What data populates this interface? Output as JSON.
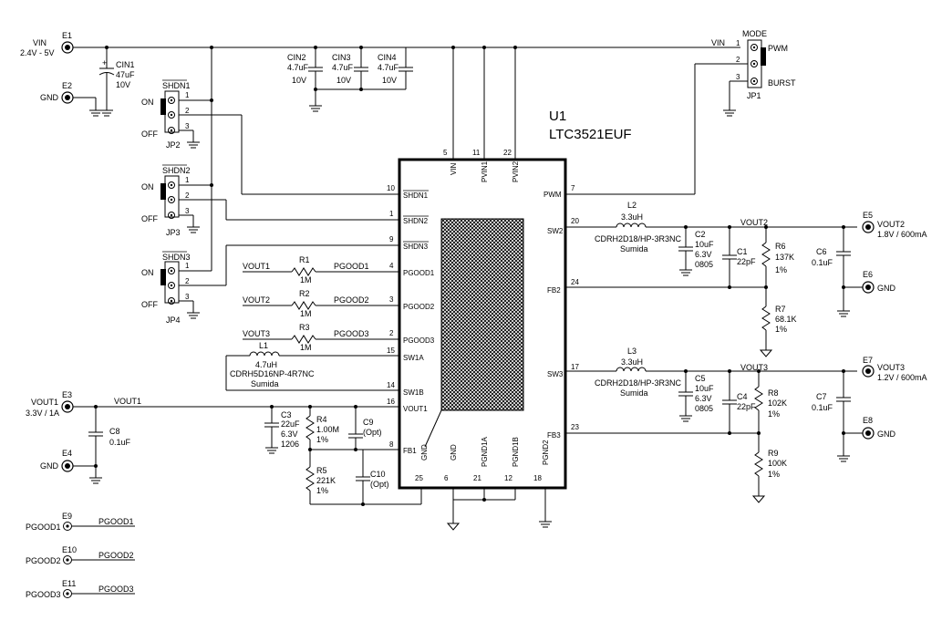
{
  "chip": {
    "ref": "U1",
    "part": "LTC3521EUF"
  },
  "chip_top_pins": [
    {
      "num": "5",
      "name": "VIN"
    },
    {
      "num": "11",
      "name": "PVIN1"
    },
    {
      "num": "22",
      "name": "PVIN2"
    }
  ],
  "chip_left_pins": [
    {
      "num": "10",
      "name": "SHDN1"
    },
    {
      "num": "1",
      "name": "SHDN2"
    },
    {
      "num": "9",
      "name": "SHDN3"
    },
    {
      "num": "4",
      "name": "PGOOD1"
    },
    {
      "num": "3",
      "name": "PGOOD2"
    },
    {
      "num": "2",
      "name": "PGOOD3"
    },
    {
      "num": "15",
      "name": "SW1A"
    },
    {
      "num": "14",
      "name": "SW1B"
    },
    {
      "num": "16",
      "name": "VOUT1"
    },
    {
      "num": "8",
      "name": "FB1"
    }
  ],
  "chip_right_pins": [
    {
      "num": "7",
      "name": "PWM"
    },
    {
      "num": "20",
      "name": "SW2"
    },
    {
      "num": "24",
      "name": "FB2"
    },
    {
      "num": "17",
      "name": "SW3"
    },
    {
      "num": "23",
      "name": "FB3"
    }
  ],
  "chip_bottom_pins": [
    {
      "num": "25",
      "name": "GND"
    },
    {
      "num": "6",
      "name": "GND"
    },
    {
      "num": "21",
      "name": "PGND1A"
    },
    {
      "num": "12",
      "name": "PGND1B"
    },
    {
      "num": "18",
      "name": "PGND2"
    }
  ],
  "terminals": {
    "e1": {
      "ref": "E1",
      "name": "VIN",
      "range": "2.4V - 5V"
    },
    "e2": {
      "ref": "E2",
      "name": "GND"
    },
    "e3": {
      "ref": "E3",
      "name": "VOUT1",
      "spec": "3.3V / 1A"
    },
    "e4": {
      "ref": "E4",
      "name": "GND"
    },
    "e5": {
      "ref": "E5",
      "name": "VOUT2",
      "spec": "1.8V / 600mA"
    },
    "e6": {
      "ref": "E6",
      "name": "GND"
    },
    "e7": {
      "ref": "E7",
      "name": "VOUT3",
      "spec": "1.2V / 600mA"
    },
    "e8": {
      "ref": "E8",
      "name": "GND"
    },
    "e9": {
      "ref": "E9",
      "name": "PGOOD1"
    },
    "e10": {
      "ref": "E10",
      "name": "PGOOD2"
    },
    "e11": {
      "ref": "E11",
      "name": "PGOOD3"
    }
  },
  "jumpers": {
    "jp1": {
      "ref": "JP1",
      "title": "MODE",
      "opt1": "PWM",
      "opt2": "BURST"
    },
    "jp2": {
      "ref": "JP2",
      "title": "SHDN1",
      "on": "ON",
      "off": "OFF"
    },
    "jp3": {
      "ref": "JP3",
      "title": "SHDN2",
      "on": "ON",
      "off": "OFF"
    },
    "jp4": {
      "ref": "JP4",
      "title": "SHDN3",
      "on": "ON",
      "off": "OFF"
    },
    "pins": [
      "1",
      "2",
      "3"
    ]
  },
  "caps": {
    "cin1": {
      "ref": "CIN1",
      "value": "47uF",
      "rating": "10V"
    },
    "cin2": {
      "ref": "CIN2",
      "value": "4.7uF",
      "rating": "10V"
    },
    "cin3": {
      "ref": "CIN3",
      "value": "4.7uF",
      "rating": "10V"
    },
    "cin4": {
      "ref": "CIN4",
      "value": "4.7uF",
      "rating": "10V"
    },
    "c1": {
      "ref": "C1",
      "value": "22pF"
    },
    "c2": {
      "ref": "C2",
      "value": "10uF",
      "rating": "6.3V",
      "pkg": "0805"
    },
    "c3": {
      "ref": "C3",
      "value": "22uF",
      "rating": "6.3V",
      "pkg": "1206"
    },
    "c4": {
      "ref": "C4",
      "value": "22pF"
    },
    "c5": {
      "ref": "C5",
      "value": "10uF",
      "rating": "6.3V",
      "pkg": "0805"
    },
    "c6": {
      "ref": "C6",
      "value": "0.1uF"
    },
    "c7": {
      "ref": "C7",
      "value": "0.1uF"
    },
    "c8": {
      "ref": "C8",
      "value": "0.1uF"
    },
    "c9": {
      "ref": "C9",
      "value": "(Opt)"
    },
    "c10": {
      "ref": "C10",
      "value": "(Opt)"
    }
  },
  "resistors": {
    "r1": {
      "ref": "R1",
      "value": "1M"
    },
    "r2": {
      "ref": "R2",
      "value": "1M"
    },
    "r3": {
      "ref": "R3",
      "value": "1M"
    },
    "r4": {
      "ref": "R4",
      "value": "1.00M",
      "tol": "1%"
    },
    "r5": {
      "ref": "R5",
      "value": "221K",
      "tol": "1%"
    },
    "r6": {
      "ref": "R6",
      "value": "137K",
      "tol": "1%"
    },
    "r7": {
      "ref": "R7",
      "value": "68.1K",
      "tol": "1%"
    },
    "r8": {
      "ref": "R8",
      "value": "102K",
      "tol": "1%"
    },
    "r9": {
      "ref": "R9",
      "value": "100K",
      "tol": "1%"
    }
  },
  "inductors": {
    "l1": {
      "ref": "L1",
      "value": "4.7uH",
      "part": "CDRH5D16NP-4R7NC",
      "maker": "Sumida"
    },
    "l2": {
      "ref": "L2",
      "value": "3.3uH",
      "part": "CDRH2D18/HP-3R3NC",
      "maker": "Sumida"
    },
    "l3": {
      "ref": "L3",
      "value": "3.3uH",
      "part": "CDRH2D18/HP-3R3NC",
      "maker": "Sumida"
    }
  },
  "nets": {
    "vin": "VIN",
    "vout1": "VOUT1",
    "vout2": "VOUT2",
    "vout3": "VOUT3",
    "pgood1": "PGOOD1",
    "pgood2": "PGOOD2",
    "pgood3": "PGOOD3"
  }
}
